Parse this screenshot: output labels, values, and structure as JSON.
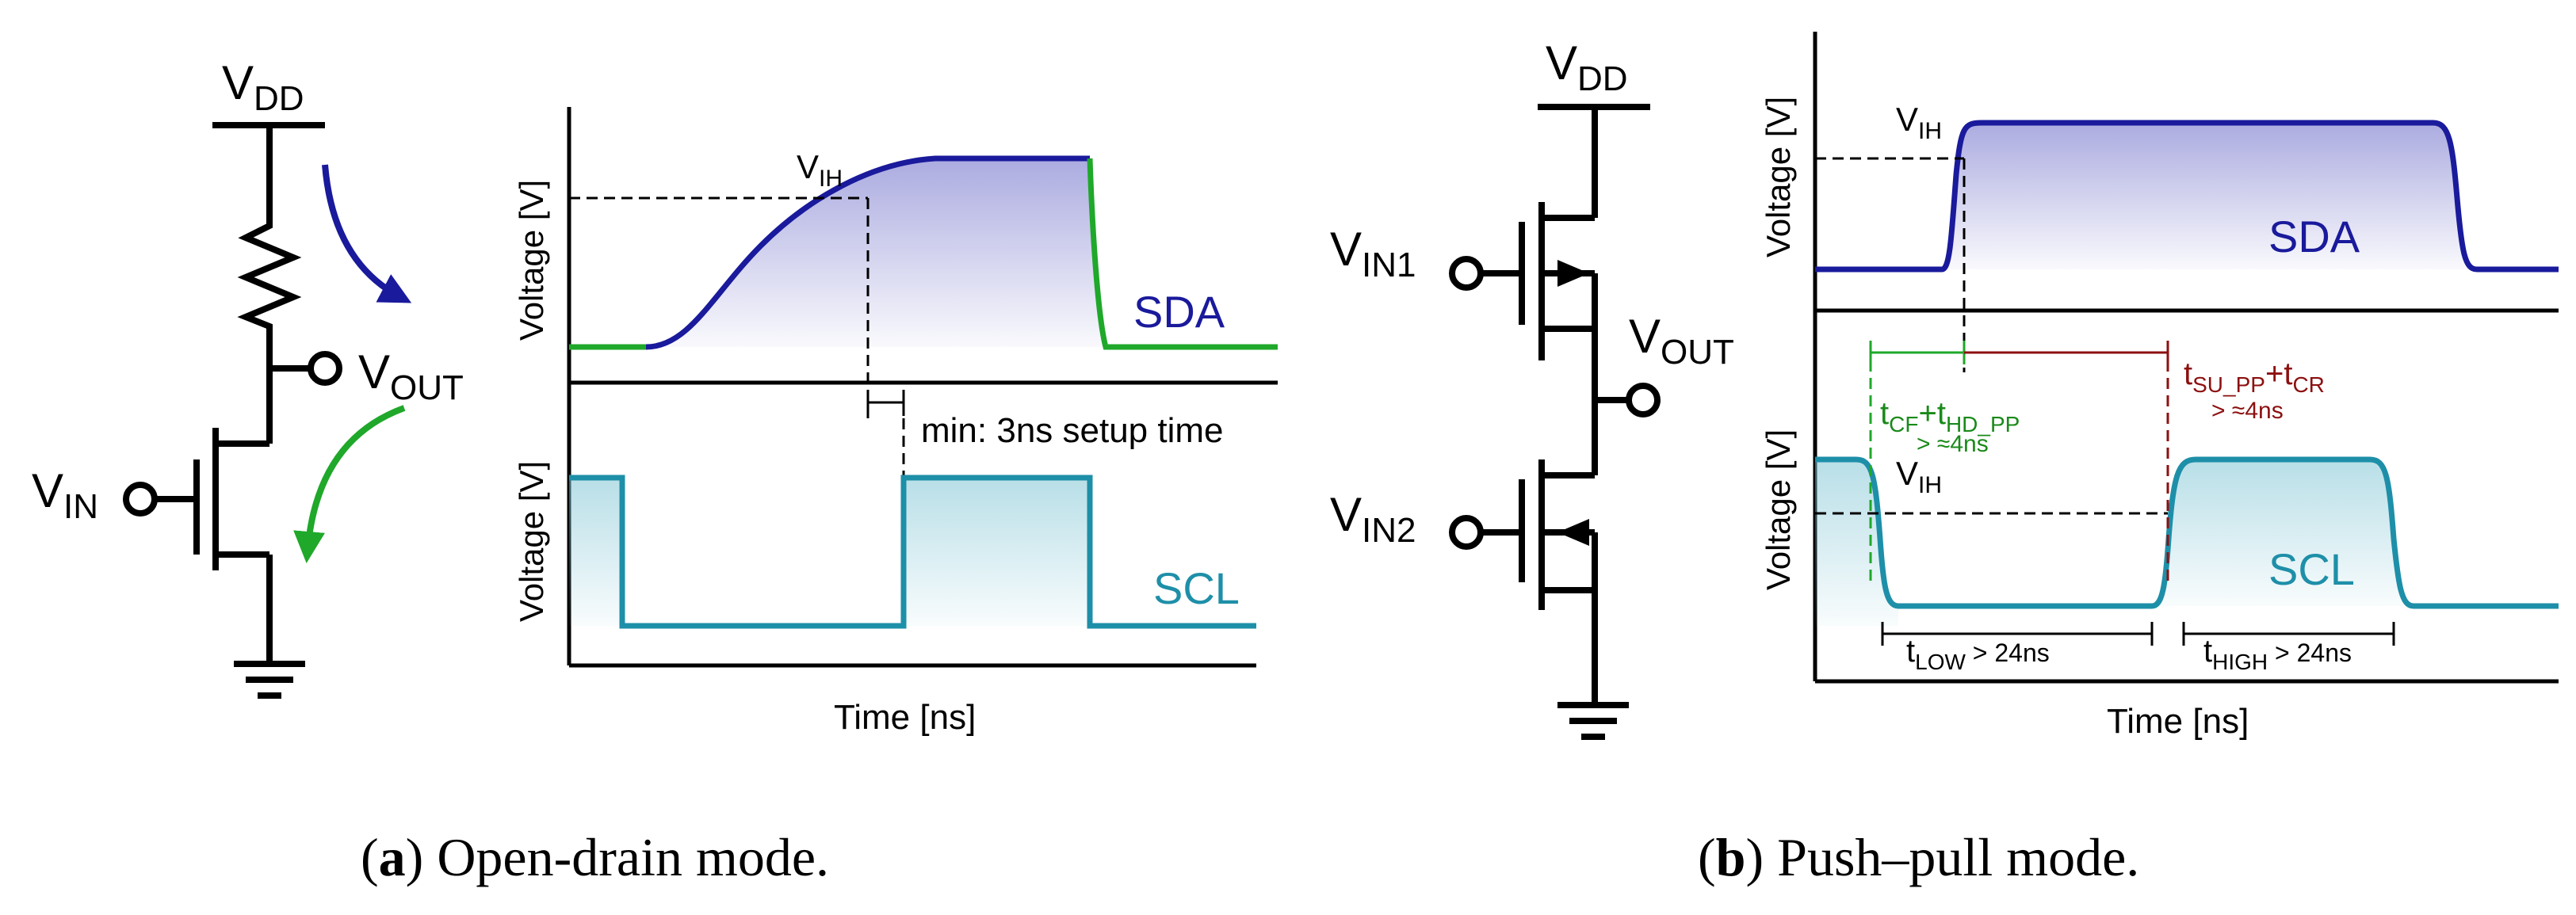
{
  "colors": {
    "sda": "#1a1a9c",
    "scl": "#1e8fa8",
    "green": "#1fa82a",
    "darkred": "#8c1010",
    "green_text": "#1a8a1a",
    "black": "#000000"
  },
  "panel_a": {
    "supply": {
      "base": "V",
      "sub": "DD"
    },
    "input": {
      "base": "V",
      "sub": "IN"
    },
    "output": {
      "base": "V",
      "sub": "OUT"
    },
    "sda_plot": {
      "ylabel": "Voltage [V]",
      "label": "SDA",
      "threshold": {
        "base": "V",
        "sub": "IH"
      }
    },
    "scl_plot": {
      "ylabel": "Voltage [V]",
      "label": "SCL"
    },
    "setup_note": "min: 3ns setup time",
    "xlabel": "Time [ns]",
    "caption": {
      "letter": "a",
      "text": " Open-drain mode."
    }
  },
  "panel_b": {
    "supply": {
      "base": "V",
      "sub": "DD"
    },
    "input1": {
      "base": "V",
      "sub": "IN1"
    },
    "input2": {
      "base": "V",
      "sub": "IN2"
    },
    "output": {
      "base": "V",
      "sub": "OUT"
    },
    "sda_plot": {
      "ylabel": "Voltage [V]",
      "label": "SDA",
      "threshold": {
        "base": "V",
        "sub": "IH"
      }
    },
    "scl_plot": {
      "ylabel": "Voltage [V]",
      "label": "SCL",
      "threshold": {
        "base": "V",
        "sub": "IH"
      }
    },
    "t_cf": {
      "t1": "t",
      "s1": "CF",
      "plus": "+t",
      "s2": "HD_PP",
      "cond": "> ≈4ns"
    },
    "t_su": {
      "t1": "t",
      "s1": "SU_PP",
      "plus": "+t",
      "s2": "CR",
      "cond": "> ≈4ns"
    },
    "t_low": {
      "t": "t",
      "sub": "LOW",
      "cond": " > 24ns"
    },
    "t_high": {
      "t": "t",
      "sub": "HIGH",
      "cond": " > 24ns"
    },
    "xlabel": "Time [ns]",
    "caption": {
      "letter": "b",
      "text": " Push–pull mode."
    }
  }
}
